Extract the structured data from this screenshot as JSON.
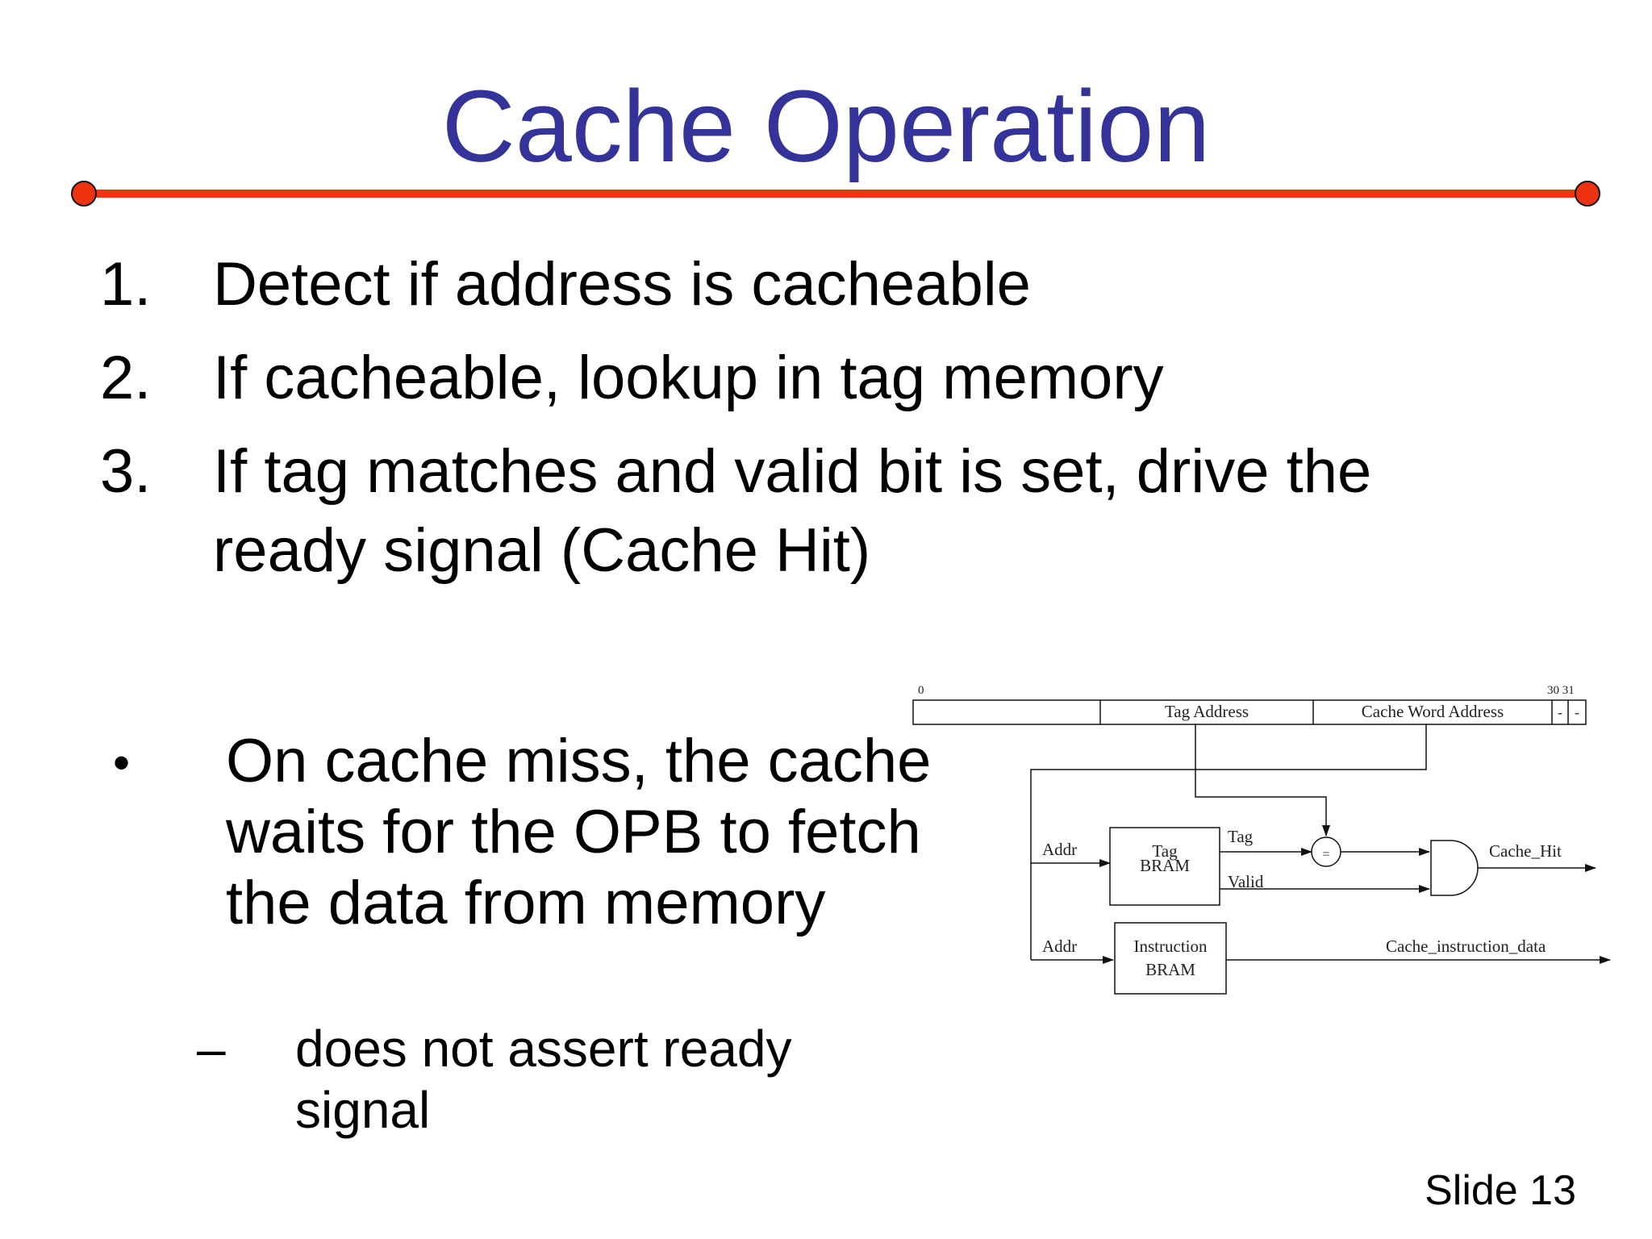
{
  "slide": {
    "title": "Cache Operation",
    "steps": [
      {
        "marker": "1.",
        "text": "Detect if address is cacheable"
      },
      {
        "marker": "2.",
        "text": "If cacheable, lookup in tag memory"
      },
      {
        "marker": "3.",
        "text": "If tag matches and valid bit is set, drive the ready signal (Cache Hit)"
      }
    ],
    "bullet": {
      "marker": "•",
      "text": "On cache miss, the cache waits for the OPB to fetch the data from memory",
      "sub_marker": "–",
      "sub_text": "does not assert ready signal"
    },
    "slide_number": "Slide 13",
    "colors": {
      "title": "#333399",
      "rule": "#ee3311",
      "rule_dot": "#ee3311"
    }
  },
  "diagram": {
    "bit_start": "0",
    "bit_end": "30 31",
    "fields": {
      "tag_address": "Tag Address",
      "cache_word_address": "Cache Word Address",
      "bit30": "-",
      "bit31": "-"
    },
    "blocks": {
      "tag_bram_line1": "Tag",
      "tag_bram_line2": "BRAM",
      "instruction_bram_line1": "Instruction",
      "instruction_bram_line2": "BRAM"
    },
    "signals": {
      "addr_top": "Addr",
      "addr_bottom": "Addr",
      "tag": "Tag",
      "valid": "Valid",
      "comparator": "=",
      "cache_hit": "Cache_Hit",
      "cache_instruction_data": "Cache_instruction_data"
    }
  }
}
